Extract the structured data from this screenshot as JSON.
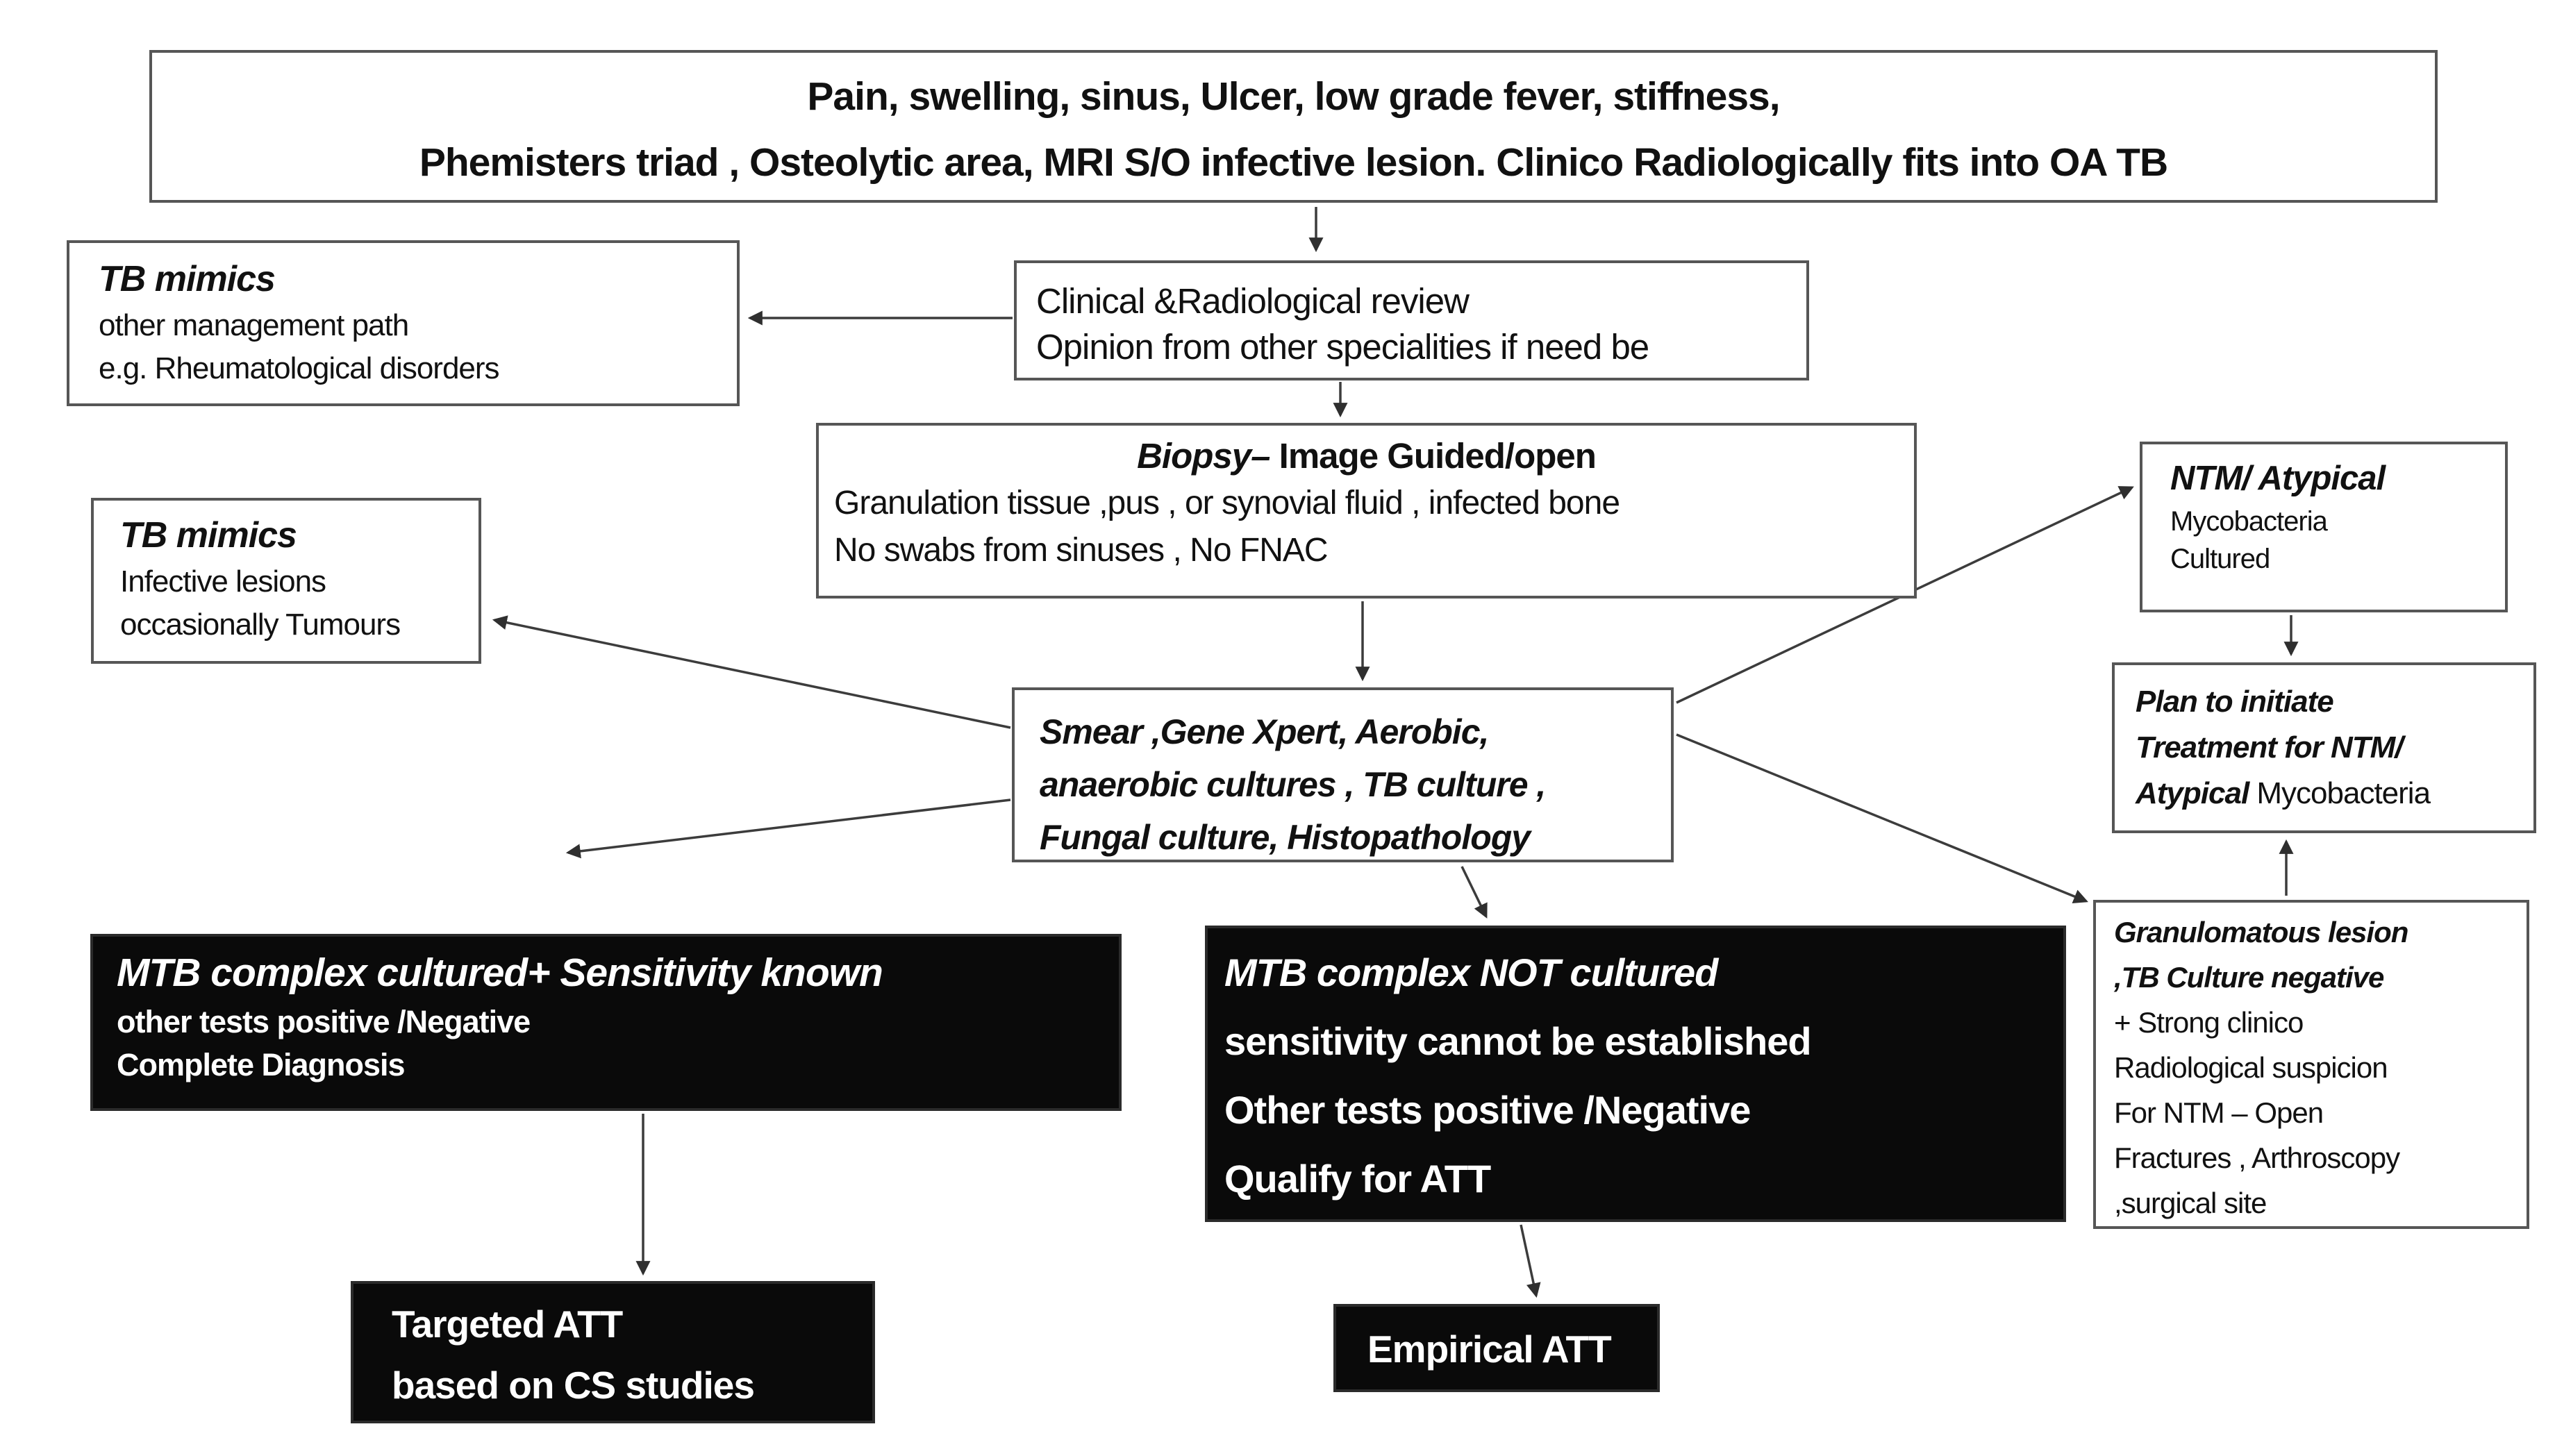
{
  "diagram": {
    "title_box": {
      "line1": "Pain, swelling, sinus, Ulcer,   low grade fever, stiffness,",
      "line2": "Phemisters triad , Osteolytic  area, MRI S/O infective lesion. Clinico Radiologically fits into OA TB"
    },
    "clinical_review": {
      "line1": "Clinical &Radiological review",
      "line2": "Opinion from other specialities if need be"
    },
    "tb_mimics_management": {
      "title": "TB mimics",
      "line1": "other management  path",
      "line2": "e.g.  Rheumatological disorders"
    },
    "biopsy": {
      "title_italic": "Biopsy–",
      "title_rest": " Image Guided/open",
      "line1": "Granulation tissue ,pus , or synovial fluid  , infected bone",
      "line2": "No swabs from sinuses , No FNAC"
    },
    "tb_mimics_infective": {
      "title": "TB mimics",
      "line1": "Infective lesions",
      "line2": "occasionally Tumours"
    },
    "tests": {
      "line1": "Smear ,Gene Xpert, Aerobic,",
      "line2": "anaerobic cultures , TB culture ,",
      "line3": "Fungal culture, Histopathology"
    },
    "ntm": {
      "title": "NTM/ Atypical",
      "line1": "Mycobacteria",
      "line2": "Cultured"
    },
    "plan": {
      "line1": "Plan to initiate",
      "line2": "Treatment for NTM/",
      "line3_italic": "Atypical",
      "line3_rest": " Mycobacteria"
    },
    "granulomatous": {
      "line1": "Granulomatous  lesion",
      "line2": ",TB Culture  negative",
      "line3": "+ Strong clinico",
      "line4": "Radiological  suspicion",
      "line5": "For NTM – Open",
      "line6": "Fractures , Arthroscopy",
      "line7": ",surgical site"
    },
    "mtb_cultured": {
      "line1": "MTB complex  cultured+ Sensitivity known",
      "line2": "other tests positive /Negative",
      "line3": "Complete Diagnosis"
    },
    "mtb_not_cultured": {
      "line1": "MTB complex NOT  cultured",
      "line2": "sensitivity cannot be established",
      "line3": "Other tests positive /Negative",
      "line4": "Qualify for ATT"
    },
    "targeted_att": {
      "line1": "Targeted ATT",
      "line2": "based on CS studies"
    },
    "empirical_att": {
      "line1": "Empirical ATT"
    },
    "colors": {
      "background": "#ffffff",
      "box_border": "#565656",
      "black_box_bg": "#0a0a0a",
      "arrow": "#3c3c3c"
    }
  }
}
